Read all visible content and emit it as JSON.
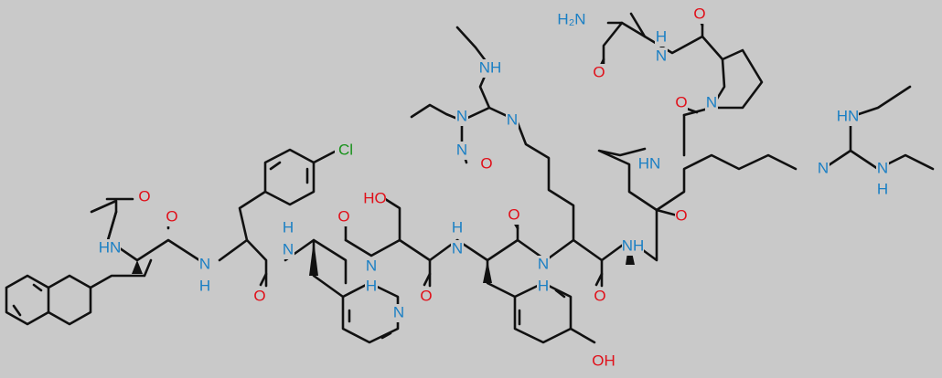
{
  "background_color": "#c9c9c9",
  "bond_color": "#111111",
  "element_colors": {
    "O": "#e0101a",
    "N": "#1a7fc4",
    "Cl": "#17911a"
  },
  "labels": {
    "acetyl_O": "O",
    "acetyl_NH": "HN",
    "nal_CO_O": "O",
    "nh_cpa_N": "N",
    "nh_cpa_H": "H",
    "cl": "Cl",
    "cpa_CO_O": "O",
    "nh_pal_N": "N",
    "nh_pal_H": "H",
    "pyridine_N": "N",
    "pal_CO_O": "O",
    "ser_OH": "HO",
    "nh_ser_N": "N",
    "nh_ser_H": "H",
    "ser_CO_O": "O",
    "nh_tyr_N": "N",
    "nh_tyr_H": "H",
    "tyr_OH": "OH",
    "tyr_CO_O": "O",
    "nh_hlys_N": "N",
    "nh_hlys_H": "H",
    "hlys_CO_O": "O",
    "gua1_NH": "NH",
    "gua1_N": "N",
    "gua1_N_nitroso": "N",
    "nitroso_N": "N",
    "nitroso_O": "O",
    "nh_leu": "NH",
    "leu_CO_O": "O",
    "nh_harg": "HN",
    "harg_CO_O": "O",
    "pro_N": "N",
    "pro_CO_O": "O",
    "nh_ala": "N",
    "nh_ala_H": "H",
    "ala_CO_O": "O",
    "h2n": "H₂N",
    "gua2_HN": "HN",
    "gua2_N": "N",
    "gua2_N2": "N",
    "gua2_N2_H": "H"
  }
}
